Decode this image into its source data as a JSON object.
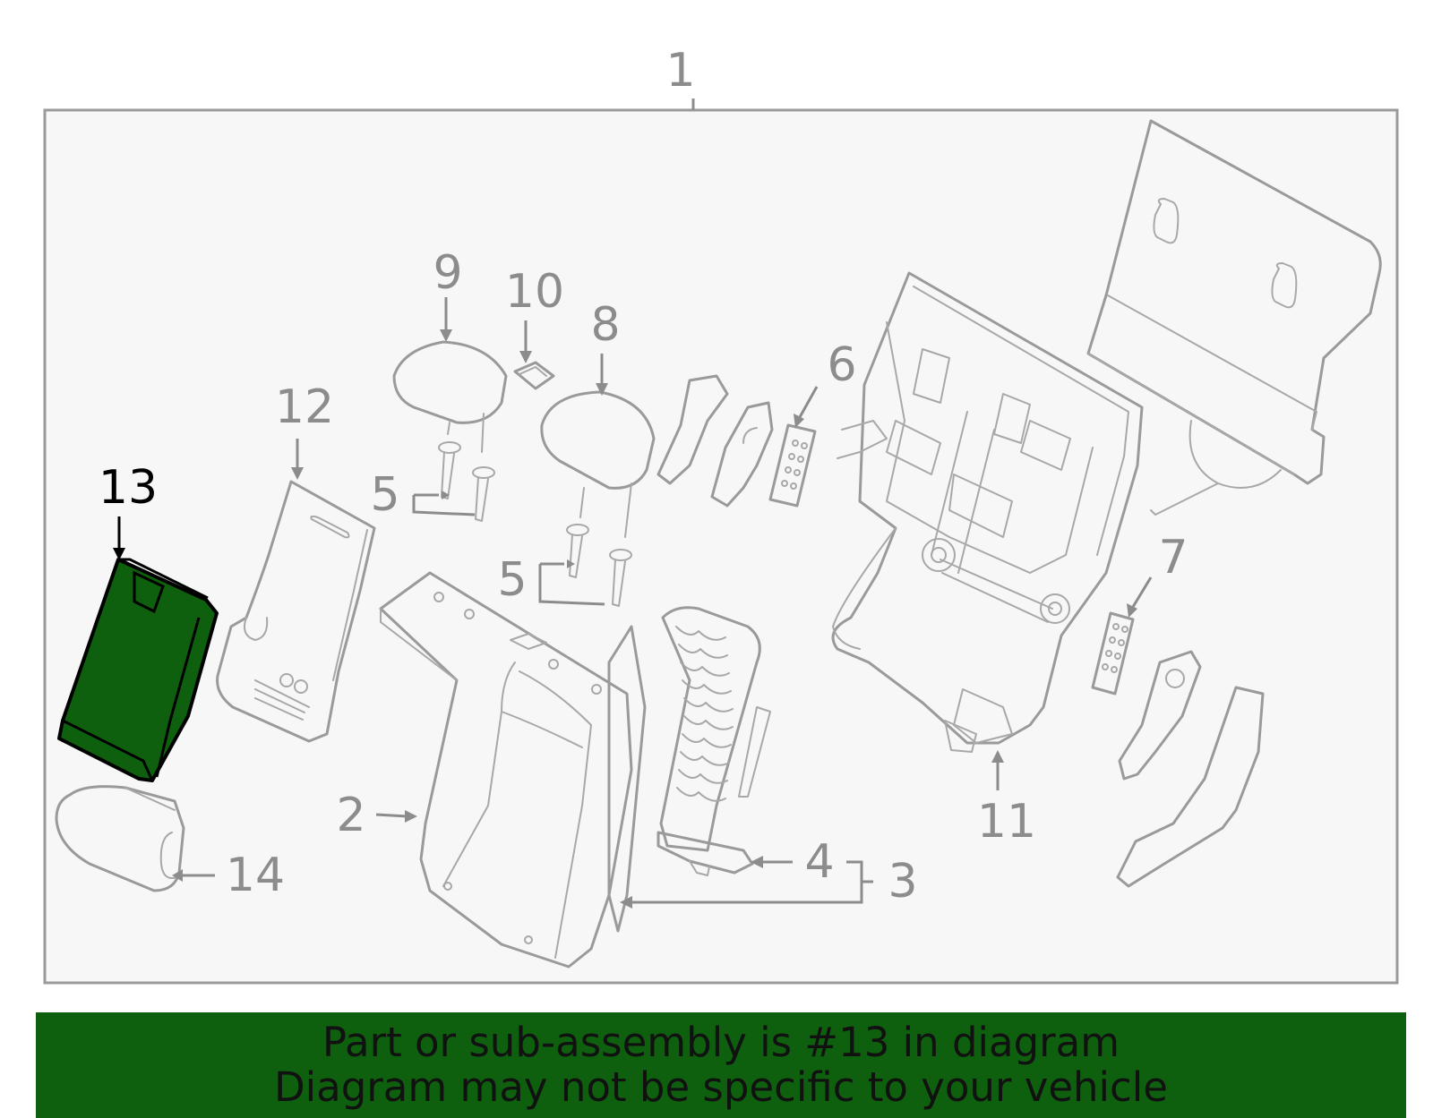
{
  "diagram": {
    "callouts": {
      "c1": "1",
      "c2": "2",
      "c3": "3",
      "c4": "4",
      "c5a": "5",
      "c5b": "5",
      "c6": "6",
      "c7": "7",
      "c8": "8",
      "c9": "9",
      "c10": "10",
      "c11": "11",
      "c12": "12",
      "c13": "13",
      "c14": "14"
    },
    "highlight_callout": "13",
    "colors": {
      "highlight_fill": "#0e600e",
      "line_gray": "#9a9a9a",
      "panel_bg": "#f7f7f7",
      "banner_bg": "#0e600e"
    }
  },
  "banner": {
    "line1": "Part or sub-assembly is #13 in diagram",
    "line2": "Diagram may not be specific to your vehicle"
  }
}
